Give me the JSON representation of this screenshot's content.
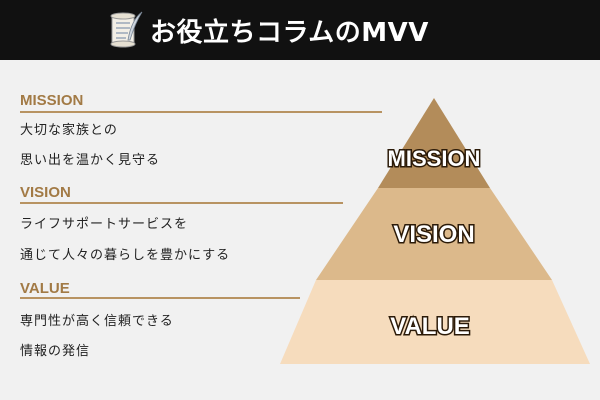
{
  "header": {
    "title": "お役立ちコラムのMVV"
  },
  "sections": [
    {
      "label": "MISSION",
      "lines": [
        "大切な家族との",
        "思い出を温かく見守る"
      ]
    },
    {
      "label": "VISION",
      "lines": [
        "ライフサポートサービスを",
        "通じて人々の暮らしを豊かにする"
      ]
    },
    {
      "label": "VALUE",
      "lines": [
        "専門性が高く信頼できる",
        "情報の発信"
      ]
    }
  ],
  "pyramid": [
    {
      "label": "MISSION",
      "color": "#b38c5a"
    },
    {
      "label": "VISION",
      "color": "#dcb98b"
    },
    {
      "label": "VALUE",
      "color": "#f6dcbd"
    }
  ],
  "colors": {
    "header_bg": "#111111",
    "accent": "#a27a45",
    "background": "#f1f1f1"
  },
  "icons": {
    "header": "scroll-quill-icon"
  }
}
